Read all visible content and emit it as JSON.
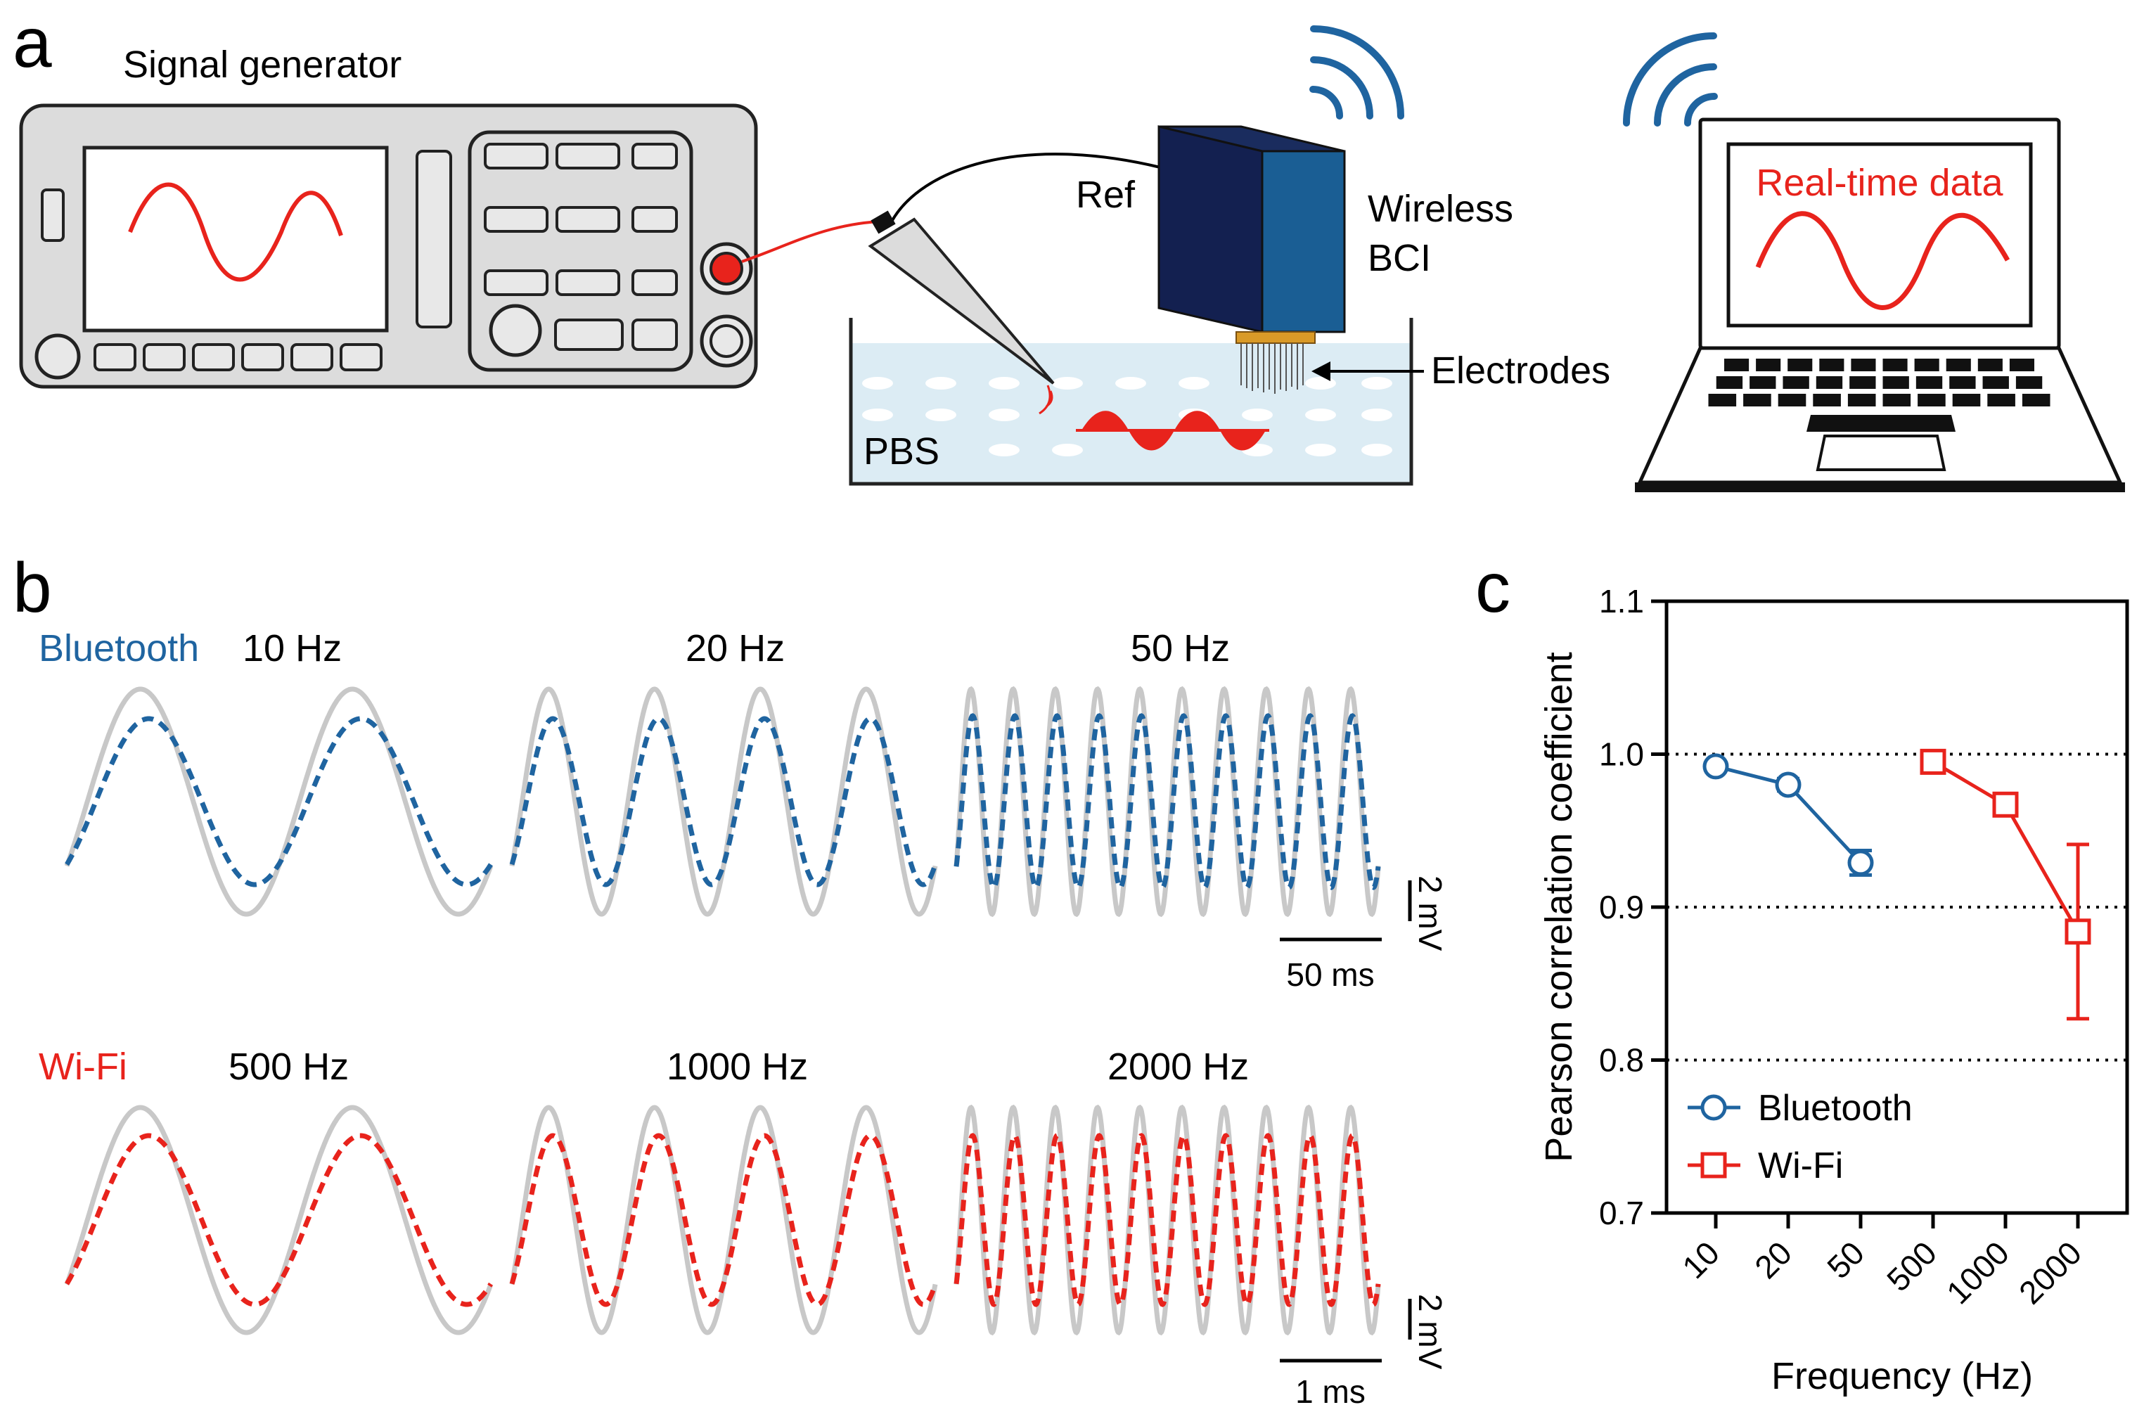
{
  "panel_a": {
    "letter": "a",
    "signal_generator_label": "Signal generator",
    "ref_label": "Ref",
    "bci_label_line1": "Wireless",
    "bci_label_line2": "BCI",
    "electrodes_label": "Electrodes",
    "pbs_label": "PBS",
    "laptop_screen_label": "Real-time data"
  },
  "panel_b": {
    "letter": "b",
    "rows": [
      {
        "protocol": "Bluetooth",
        "frequencies": [
          "10 Hz",
          "20 Hz",
          "50 Hz"
        ],
        "voltage_scale": "2 mV",
        "time_scale": "50 ms"
      },
      {
        "protocol": "Wi-Fi",
        "frequencies": [
          "500 Hz",
          "1000 Hz",
          "2000 Hz"
        ],
        "voltage_scale": "2 mV",
        "time_scale": "1 ms"
      }
    ],
    "colors": {
      "bluetooth": "#1f64a0",
      "wifi": "#e8231c",
      "input": "#c8c8c8"
    }
  },
  "chart_data": {
    "type": "line",
    "panel_letter": "c",
    "categories": [
      "10",
      "20",
      "50",
      "500",
      "1000",
      "2000"
    ],
    "xlabel": "Frequency (Hz)",
    "ylabel": "Pearson correlation coefficient",
    "ylim": [
      0.7,
      1.1
    ],
    "yticks": [
      "0.7",
      "0.8",
      "0.9",
      "1.0",
      "1.1"
    ],
    "ytick_values": [
      0.7,
      0.8,
      0.9,
      1.0,
      1.1
    ],
    "reference_lines": [
      0.8,
      0.9,
      1.0
    ],
    "legend_position": "bottom-left",
    "series": [
      {
        "name": "Bluetooth",
        "marker": "circle",
        "color": "#1f64a0",
        "x_index": [
          0,
          1,
          2
        ],
        "values": [
          0.992,
          0.98,
          0.929
        ],
        "errors": [
          0.003,
          0.004,
          0.008
        ]
      },
      {
        "name": "Wi-Fi",
        "marker": "square",
        "color": "#e8231c",
        "x_index": [
          3,
          4,
          5
        ],
        "values": [
          0.995,
          0.967,
          0.884
        ],
        "errors": [
          0.006,
          0.006,
          0.057
        ]
      }
    ]
  }
}
